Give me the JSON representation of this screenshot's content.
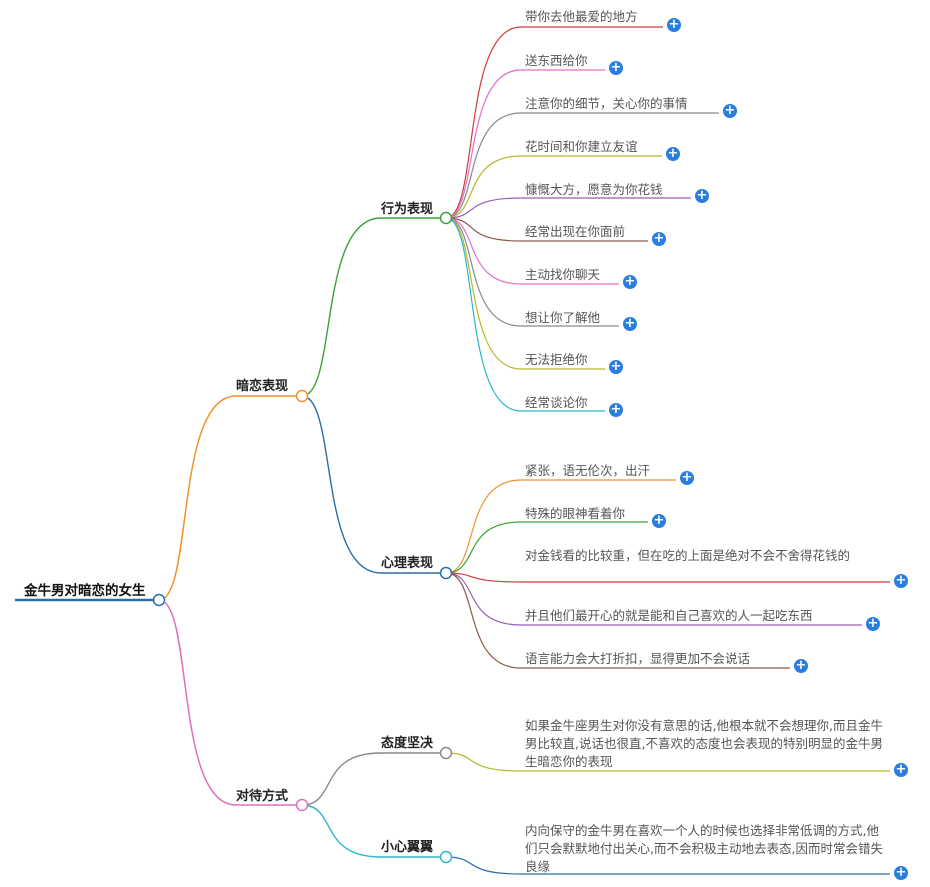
{
  "root": {
    "label": "金牛男对暗恋的女生"
  },
  "branches": [
    {
      "label": "暗恋表现",
      "color": "#f0922c",
      "children": [
        {
          "label": "行为表现",
          "color": "#3aa33a",
          "children": [
            {
              "label": "带你去他最爱的地方",
              "color": "#d03a3a"
            },
            {
              "label": "送东西给你",
              "color": "#e070c8"
            },
            {
              "label": "注意你的细节，关心你的事情",
              "color": "#8a8a8a"
            },
            {
              "label": "花时间和你建立友谊",
              "color": "#b8b82a"
            },
            {
              "label": "慷慨大方，愿意为你花钱",
              "color": "#9a5bb8"
            },
            {
              "label": "经常出现在你面前",
              "color": "#8b5a4a"
            },
            {
              "label": "主动找你聊天",
              "color": "#e070c8"
            },
            {
              "label": "想让你了解他",
              "color": "#8a8a8a"
            },
            {
              "label": "无法拒绝你",
              "color": "#b8b82a"
            },
            {
              "label": "经常谈论你",
              "color": "#2ab8c8"
            }
          ]
        },
        {
          "label": "心理表现",
          "color": "#2a6ea8",
          "children": [
            {
              "label": "紧张，语无伦次，出汗",
              "color": "#f0922c"
            },
            {
              "label": "特殊的眼神看着你",
              "color": "#3aa33a"
            },
            {
              "label": "对金钱看的比较重，但在吃的上面是绝对不会不舍得花钱的",
              "color": "#d03a3a"
            },
            {
              "label": "并且他们最开心的就是能和自己喜欢的人一起吃东西",
              "color": "#9a5bb8"
            },
            {
              "label": "语言能力会大打折扣，显得更加不会说话",
              "color": "#8b5a4a"
            }
          ]
        }
      ]
    },
    {
      "label": "对待方式",
      "color": "#e070b8",
      "children": [
        {
          "label": "态度坚决",
          "color": "#8a8a8a",
          "children": [
            {
              "label": "如果金牛座男生对你没有意思的话,他根本就不会想理你,而且金牛男比较直,说话也很直,不喜欢的态度也会表现的特别明显的金牛男生暗恋你的表现",
              "color": "#b8b82a"
            }
          ]
        },
        {
          "label": "小心翼翼",
          "color": "#2ab8c8",
          "children": [
            {
              "label": "内向保守的金牛男在喜欢一个人的时候也选择非常低调的方式,他们只会默默地付出关心,而不会积极主动地去表态,因而时常会错失良缘",
              "color": "#2a6ea8"
            }
          ]
        }
      ]
    }
  ],
  "colors": {
    "root_line": "#2a6ea8",
    "expand_button": "#2a7de1"
  },
  "icons": {
    "expand": "plus-circle-icon",
    "node": "circle-node-icon"
  }
}
